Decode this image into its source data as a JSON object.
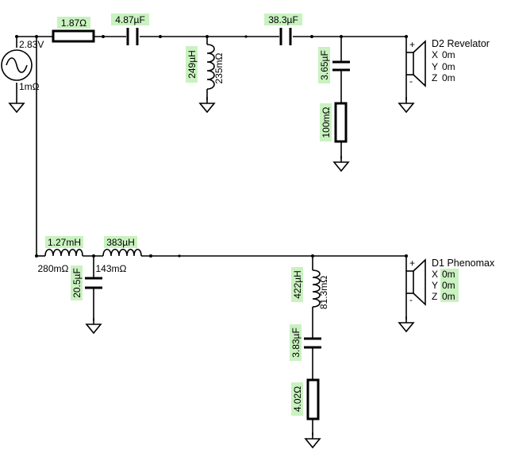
{
  "colors": {
    "highlight": "#c9f2c0",
    "line": "#000000",
    "background": "#ffffff"
  },
  "source": {
    "voltage": "2.83V",
    "impedance": "1mΩ"
  },
  "upper_branch": {
    "series_resistor": "1.87Ω",
    "series_cap_1": "4.87µF",
    "shunt_inductor": "249µH",
    "shunt_inductor_dcr": "235mΩ",
    "series_cap_2": "38.3µF",
    "shunt_cap": "3.65µF",
    "shunt_resistor": "100mΩ"
  },
  "lower_branch": {
    "series_inductor_1": "1.27mH",
    "series_inductor_1_dcr": "280mΩ",
    "shunt_cap": "20.5µF",
    "series_inductor_2": "383µH",
    "series_inductor_2_dcr": "143mΩ",
    "notch_inductor": "422µH",
    "notch_inductor_dcr": "81.3mΩ",
    "notch_cap": "3.83µF",
    "notch_resistor": "4.02Ω"
  },
  "speakers": [
    {
      "name": "D2 Revelator",
      "x_label": "X",
      "x": "0m",
      "y_label": "Y",
      "y": "0m",
      "z_label": "Z",
      "z": "0m",
      "plus": "+",
      "minus": "-"
    },
    {
      "name": "D1 Phenomax",
      "x_label": "X",
      "x": "0m",
      "y_label": "Y",
      "y": "0m",
      "z_label": "Z",
      "z": "0m",
      "plus": "+",
      "minus": "-"
    }
  ]
}
